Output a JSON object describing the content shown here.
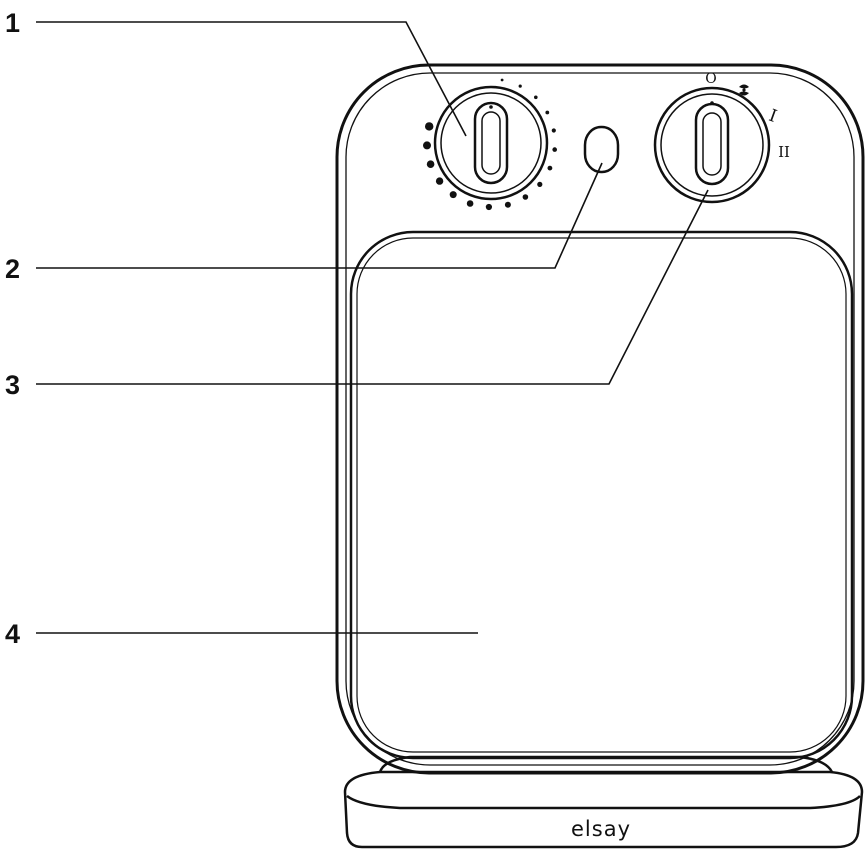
{
  "callouts": [
    {
      "id": "1",
      "label": "1"
    },
    {
      "id": "2",
      "label": "2"
    },
    {
      "id": "3",
      "label": "3"
    },
    {
      "id": "4",
      "label": "4"
    }
  ],
  "brand": "elsay",
  "mode_knob": {
    "off_label": "O",
    "fan_icon": "fan-icon",
    "level1_label": "I",
    "level2_label": "II"
  },
  "timer_knob": {
    "dot_icon": "timer-dot-icon"
  },
  "colors": {
    "stroke": "#111111",
    "background": "#ffffff"
  }
}
